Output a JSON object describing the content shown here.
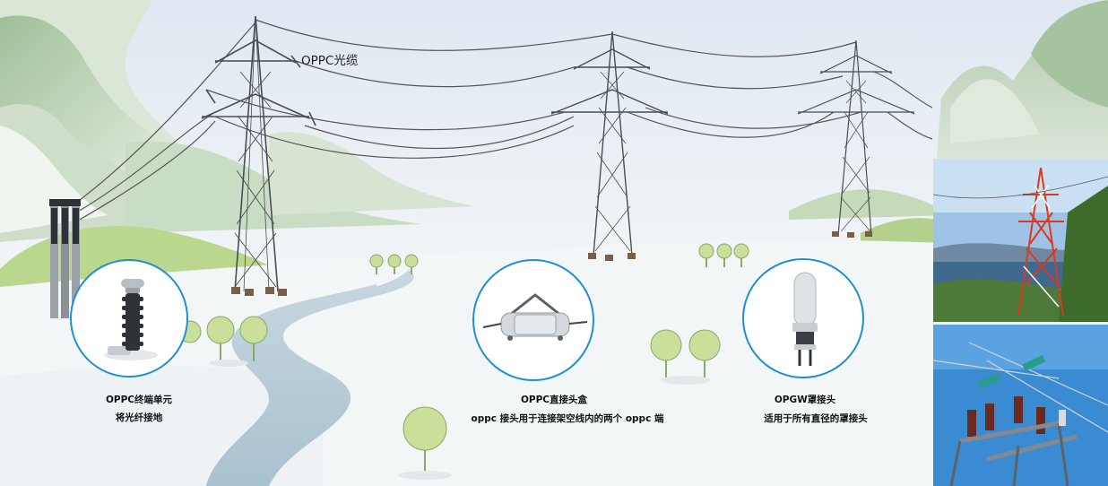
{
  "cable_label": "OPPC光缆",
  "products": [
    {
      "title": "OPPC终端单元",
      "desc": "将光纤接地"
    },
    {
      "title": "OPPC直接头盒",
      "desc": "oppc 接头用于连接架空线内的两个 oppc 端"
    },
    {
      "title": "OPGW罩接头",
      "desc": "适用于所有直径的罩接头"
    }
  ],
  "colors": {
    "circle_border": "#1f8fd6",
    "mountain": "#a9c7a0",
    "hill_green": "#b9d88e",
    "river": "#b9cfdc"
  }
}
